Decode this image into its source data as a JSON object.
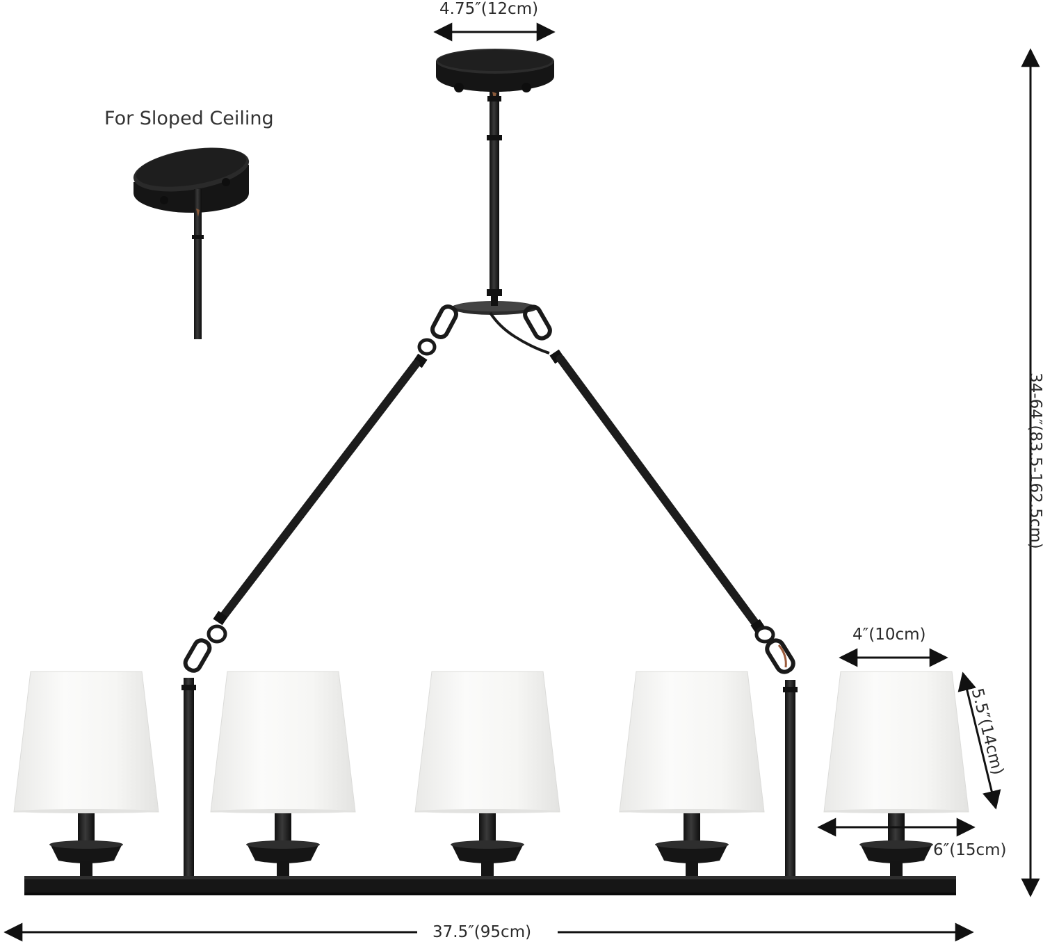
{
  "labels": {
    "sloped_ceiling": "For Sloped Ceiling",
    "canopy_diameter": "4.75″(12cm)",
    "overall_height": "34-64″(83.5-162.5cm)",
    "shade_top_width": "4″(10cm)",
    "shade_height": "5.5″(14cm)",
    "shade_bottom_width": "6″(15cm)",
    "overall_length": "37.5″(95cm)"
  },
  "colors": {
    "metal": "#1c1c1c",
    "metal_highlight": "#4a4a4a",
    "shade": "#f4f4f2",
    "shade_edge": "#dcdcda",
    "dimension_line": "#111111",
    "text": "#2b2b2b"
  },
  "components": {
    "lamp_count": 5
  }
}
